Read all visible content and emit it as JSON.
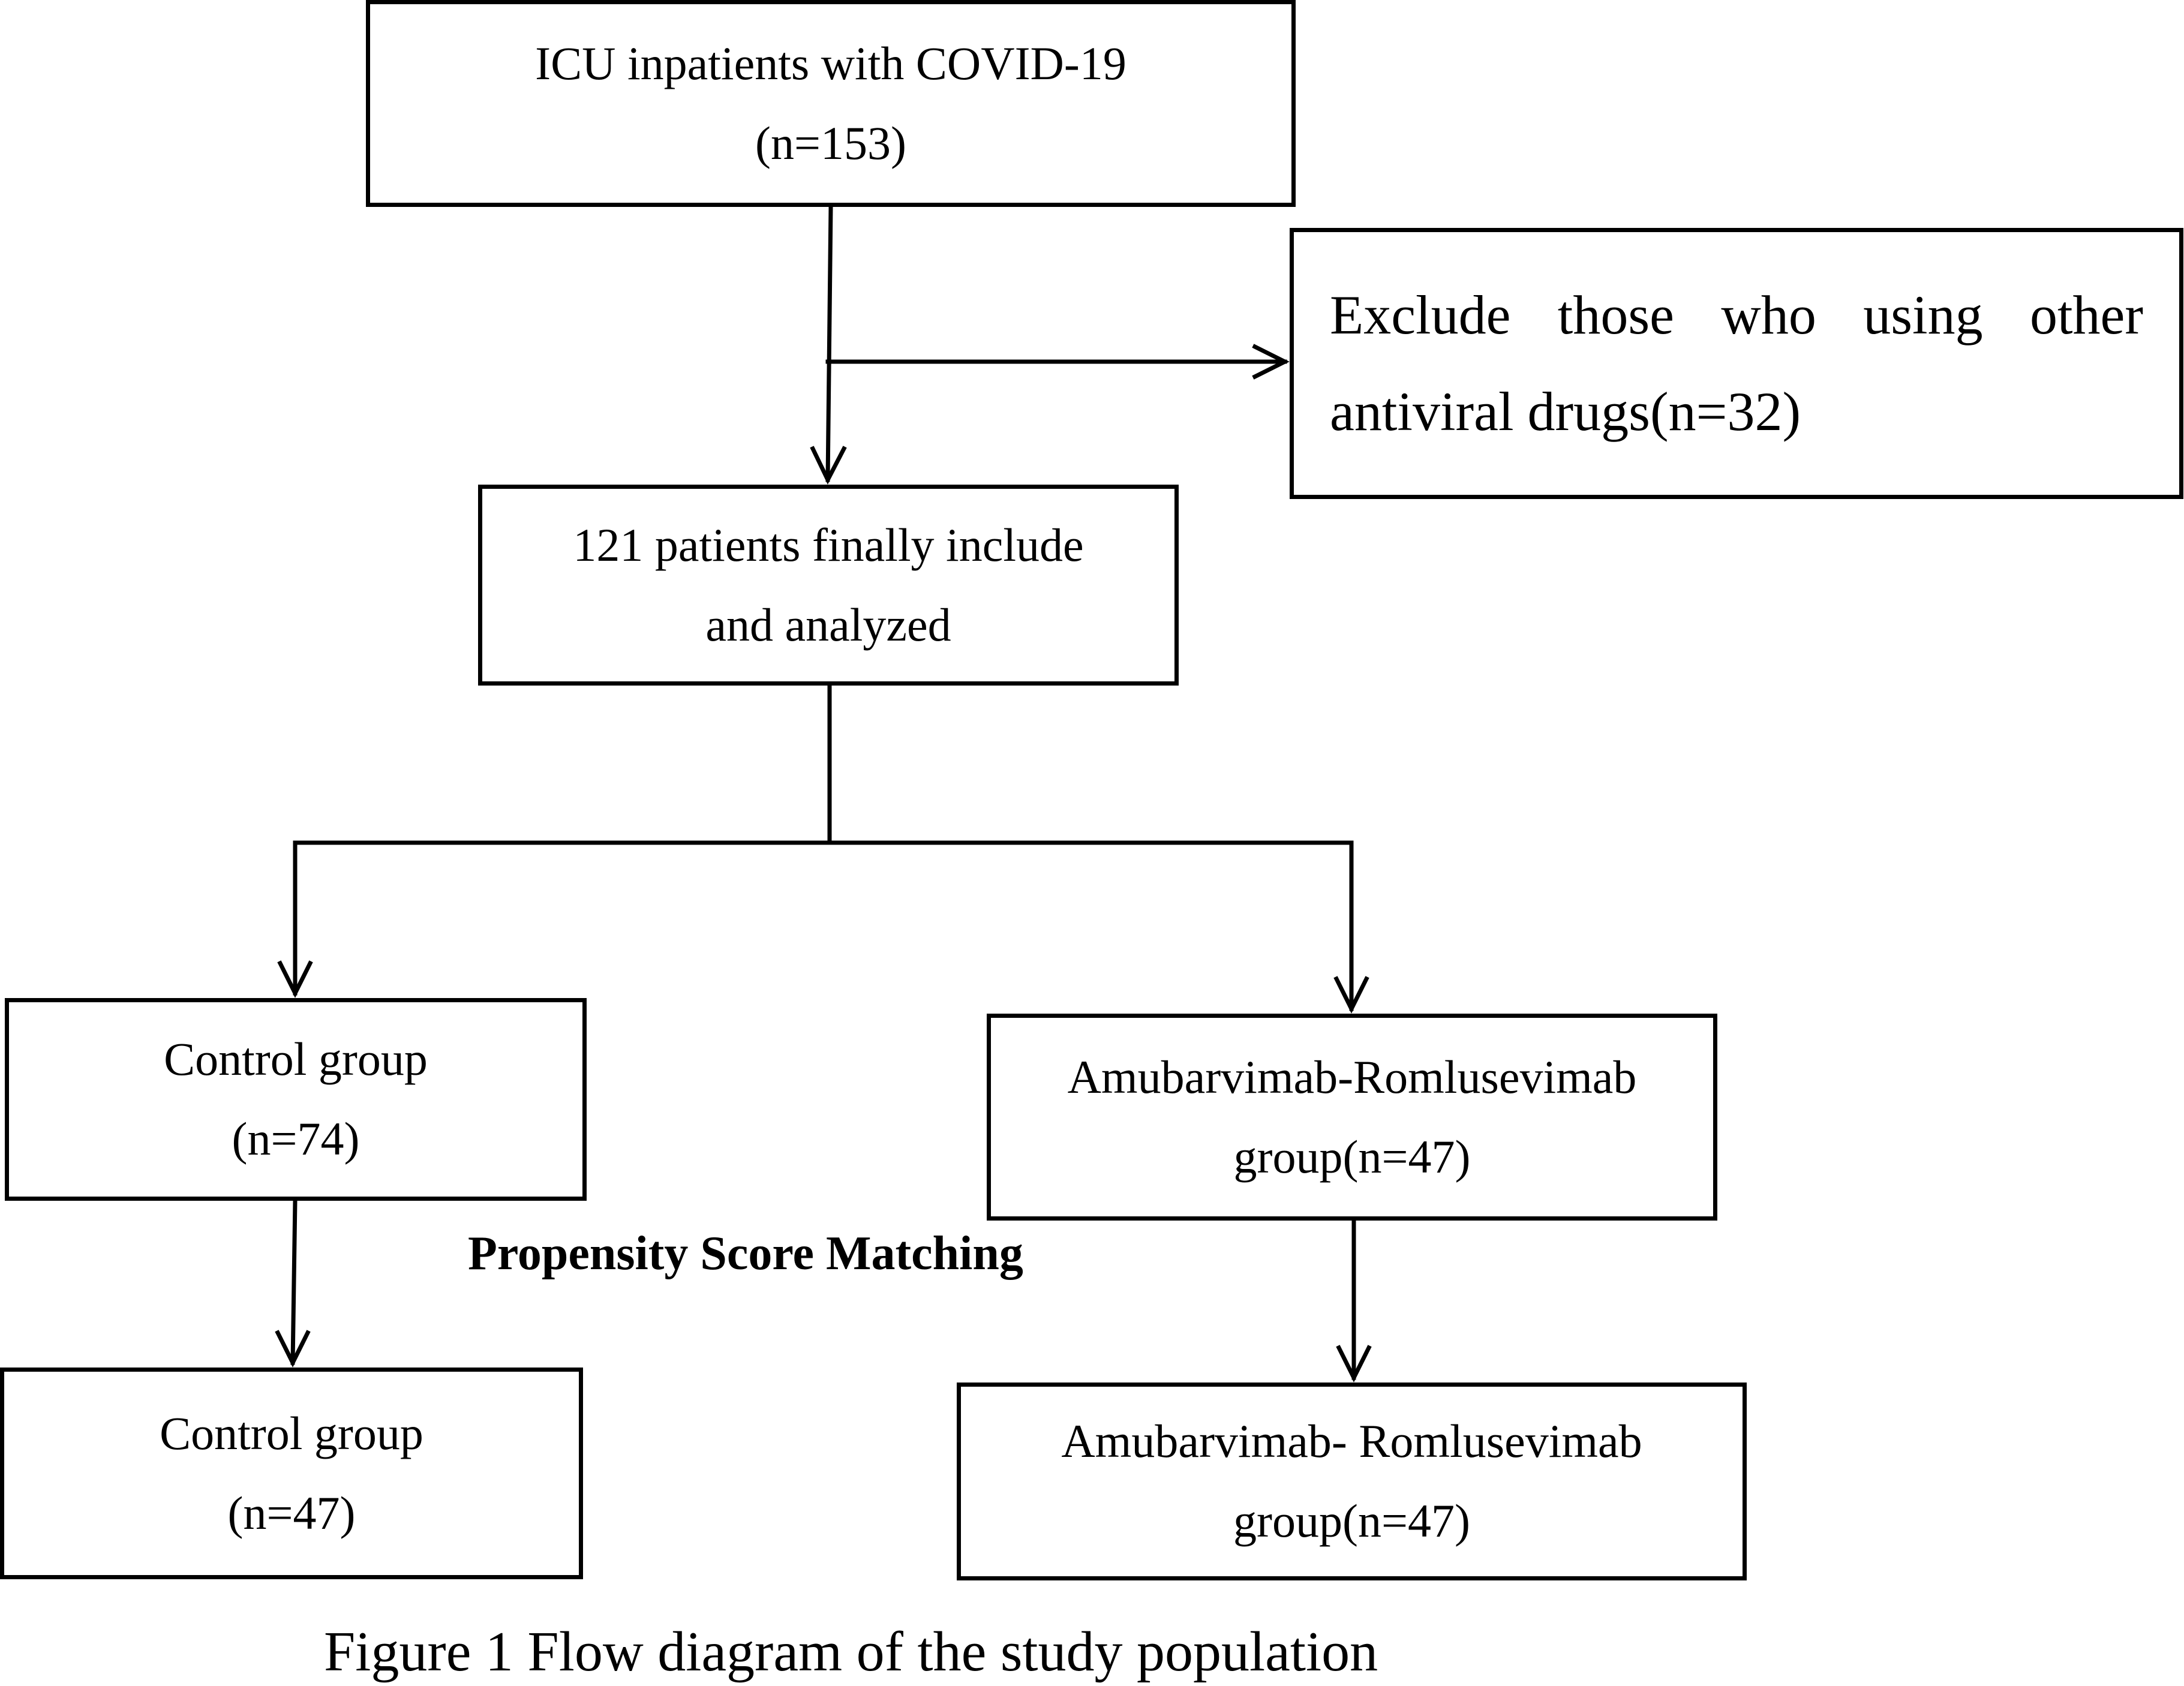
{
  "boxes": {
    "start": {
      "line1": "ICU inpatients with COVID-19",
      "line2": "(n=153)"
    },
    "exclude": {
      "line1": "Exclude those who using other",
      "line2": "antiviral drugs(n=32)"
    },
    "included": {
      "line1": "121 patients finally include",
      "line2": "and analyzed"
    },
    "control": {
      "line1": "Control group",
      "line2": "(n=74)"
    },
    "treatment": {
      "line1": "Amubarvimab-Romlusevimab",
      "line2": "group(n=47)"
    },
    "control_matched": {
      "line1": "Control group",
      "line2": "(n=47)"
    },
    "treatment_matched": {
      "line1": "Amubarvimab- Romlusevimab",
      "line2": "group(n=47)"
    }
  },
  "matching_label": "Propensity Score Matching",
  "caption": "Figure 1 Flow diagram of the study population"
}
